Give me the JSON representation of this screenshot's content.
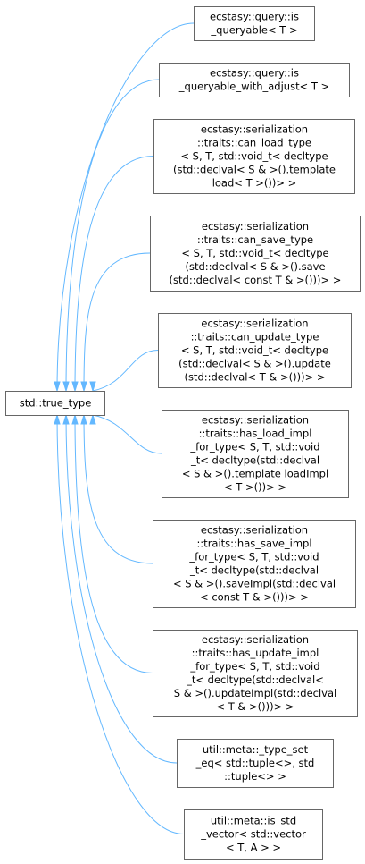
{
  "base": {
    "lines": [
      "std::true_type"
    ]
  },
  "derived": [
    {
      "lines": [
        "ecstasy::query::is",
        "_queryable< T >"
      ]
    },
    {
      "lines": [
        "ecstasy::query::is",
        "_queryable_with_adjust< T >"
      ]
    },
    {
      "lines": [
        "ecstasy::serialization",
        "::traits::can_load_type",
        "< S, T, std::void_t< decltype",
        "(std::declval< S & >().template",
        "load< T >())> >"
      ]
    },
    {
      "lines": [
        "ecstasy::serialization",
        "::traits::can_save_type",
        "< S, T, std::void_t< decltype",
        "(std::declval< S & >().save",
        "(std::declval< const T & >()))> >"
      ]
    },
    {
      "lines": [
        "ecstasy::serialization",
        "::traits::can_update_type",
        "< S, T, std::void_t< decltype",
        "(std::declval< S & >().update",
        "(std::declval< T & >()))> >"
      ]
    },
    {
      "lines": [
        "ecstasy::serialization",
        "::traits::has_load_impl",
        "_for_type< S, T, std::void",
        "_t< decltype(std::declval",
        "< S & >().template loadImpl",
        "< T >())> >"
      ]
    },
    {
      "lines": [
        "ecstasy::serialization",
        "::traits::has_save_impl",
        "_for_type< S, T, std::void",
        "_t< decltype(std::declval",
        "< S & >().saveImpl(std::declval",
        "< const T & >()))> >"
      ]
    },
    {
      "lines": [
        "ecstasy::serialization",
        "::traits::has_update_impl",
        "_for_type< S, T, std::void",
        "_t< decltype(std::declval<",
        "S & >().updateImpl(std::declval",
        "< T & >()))> >"
      ]
    },
    {
      "lines": [
        "util::meta::_type_set",
        "_eq< std::tuple<>, std",
        "::tuple<> >"
      ]
    },
    {
      "lines": [
        "util::meta::is_std",
        "_vector< std::vector",
        "< T, A > >"
      ]
    }
  ]
}
